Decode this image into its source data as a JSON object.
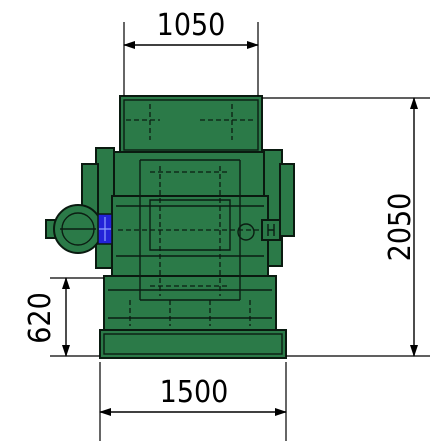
{
  "drawing": {
    "colors": {
      "body": "#2b7a48",
      "outline": "#0a1a10",
      "accent_blue": "#2323d8",
      "dimension": "#000000"
    },
    "dimensions": {
      "top_width": "1050",
      "overall_height": "2050",
      "base_height": "620",
      "base_width": "1500"
    }
  }
}
